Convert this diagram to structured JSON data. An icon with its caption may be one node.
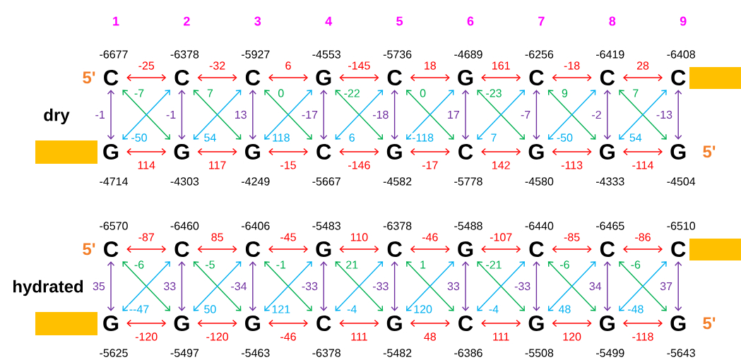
{
  "diagram": {
    "nodes": [
      {
        "text": [
          "C"
        ],
        "beside": [
          "-6677"
        ]
      },
      {
        "text": [
          "C"
        ],
        "beside": [
          "-6378"
        ]
      },
      {
        "text": [
          "C"
        ],
        "beside": [
          "-5927"
        ]
      },
      {
        "text": [
          "G"
        ],
        "beside": [
          "-4553"
        ]
      },
      {
        "text": [
          "C"
        ],
        "beside": [
          "-5736"
        ]
      },
      {
        "text": [
          "G"
        ],
        "beside": [
          "-4689"
        ]
      },
      {
        "text": [
          "C"
        ],
        "beside": [
          "-6256"
        ]
      },
      {
        "text": [
          "C"
        ],
        "beside": [
          "-6419"
        ]
      },
      {
        "text": [
          "C"
        ],
        "beside": [
          "-6408"
        ]
      },
      {
        "text": [
          "G"
        ],
        "beside": [
          "-4714"
        ]
      },
      {
        "text": [
          "G"
        ],
        "beside": [
          "-4303"
        ]
      },
      {
        "text": [
          "G"
        ],
        "beside": [
          "-4249"
        ]
      },
      {
        "text": [
          "C"
        ],
        "beside": [
          "-5667"
        ]
      },
      {
        "text": [
          "G"
        ],
        "beside": [
          "-4582"
        ]
      },
      {
        "text": [
          "C"
        ],
        "beside": [
          "-5778"
        ]
      },
      {
        "text": [
          "G"
        ],
        "beside": [
          "-4580"
        ]
      },
      {
        "text": [
          "G"
        ],
        "beside": [
          "-4333"
        ]
      },
      {
        "text": [
          "G"
        ],
        "beside": [
          "-4504"
        ]
      },
      {
        "text": [
          "C"
        ],
        "beside": [
          "-6570"
        ]
      },
      {
        "text": [
          "C"
        ],
        "beside": [
          "-6460"
        ]
      },
      {
        "text": [
          "C"
        ],
        "beside": [
          "-6406"
        ]
      },
      {
        "text": [
          "G"
        ],
        "beside": [
          "-5483"
        ]
      },
      {
        "text": [
          "C"
        ],
        "beside": [
          "-6378"
        ]
      },
      {
        "text": [
          "G"
        ],
        "beside": [
          "-5488"
        ]
      },
      {
        "text": [
          "C"
        ],
        "beside": [
          "-6440"
        ]
      },
      {
        "text": [
          "C"
        ],
        "beside": [
          "-6465"
        ]
      },
      {
        "text": [
          "C"
        ],
        "beside": [
          "-6510"
        ]
      },
      {
        "text": [
          "G"
        ],
        "beside": [
          "-5625"
        ]
      },
      {
        "text": [
          "G"
        ],
        "beside": [
          "-5497"
        ]
      },
      {
        "text": [
          "G"
        ],
        "beside": [
          "-5463"
        ]
      },
      {
        "text": [
          "C"
        ],
        "beside": [
          "-6378"
        ]
      },
      {
        "text": [
          "G"
        ],
        "beside": [
          "-5482"
        ]
      },
      {
        "text": [
          "C"
        ],
        "beside": [
          "-6386"
        ]
      },
      {
        "text": [
          "G"
        ],
        "beside": [
          "-5508"
        ]
      },
      {
        "text": [
          "G"
        ],
        "beside": [
          "-5499"
        ]
      },
      {
        "text": [
          "G"
        ],
        "beside": [
          "-5643"
        ]
      },
      {
        "text": [],
        "shape": "bar"
      },
      {
        "text": [],
        "shape": "bar"
      },
      {
        "text": [],
        "shape": "bar"
      },
      {
        "text": [],
        "shape": "bar"
      }
    ],
    "edges": [
      {
        "from": 0,
        "to": 1,
        "arrow": "both",
        "label": "-25"
      },
      {
        "from": 1,
        "to": 2,
        "arrow": "both",
        "label": "-32"
      },
      {
        "from": 2,
        "to": 3,
        "arrow": "both",
        "label": "6"
      },
      {
        "from": 3,
        "to": 4,
        "arrow": "both",
        "label": "-145"
      },
      {
        "from": 4,
        "to": 5,
        "arrow": "both",
        "label": "18"
      },
      {
        "from": 5,
        "to": 6,
        "arrow": "both",
        "label": "161"
      },
      {
        "from": 6,
        "to": 7,
        "arrow": "both",
        "label": "-18"
      },
      {
        "from": 7,
        "to": 8,
        "arrow": "both",
        "label": "28"
      },
      {
        "from": 9,
        "to": 10,
        "arrow": "both",
        "label": "114"
      },
      {
        "from": 10,
        "to": 11,
        "arrow": "both",
        "label": "117"
      },
      {
        "from": 11,
        "to": 12,
        "arrow": "both",
        "label": "-15"
      },
      {
        "from": 12,
        "to": 13,
        "arrow": "both",
        "label": "-146"
      },
      {
        "from": 13,
        "to": 14,
        "arrow": "both",
        "label": "-17"
      },
      {
        "from": 14,
        "to": 15,
        "arrow": "both",
        "label": "142"
      },
      {
        "from": 15,
        "to": 16,
        "arrow": "both",
        "label": "-113"
      },
      {
        "from": 16,
        "to": 17,
        "arrow": "both",
        "label": "-114"
      },
      {
        "from": 0,
        "to": 9,
        "arrow": "both",
        "label": "-1",
        "color": "#7030a0"
      },
      {
        "from": 1,
        "to": 10,
        "arrow": "both",
        "label": "-1",
        "color": "#7030a0"
      },
      {
        "from": 2,
        "to": 11,
        "arrow": "both",
        "label": "13",
        "color": "#7030a0"
      },
      {
        "from": 3,
        "to": 12,
        "arrow": "both",
        "label": "-17",
        "color": "#7030a0"
      },
      {
        "from": 4,
        "to": 13,
        "arrow": "both",
        "label": "-18",
        "color": "#7030a0"
      },
      {
        "from": 5,
        "to": 14,
        "arrow": "both",
        "label": "17",
        "color": "#7030a0"
      },
      {
        "from": 6,
        "to": 15,
        "arrow": "both",
        "label": "-7",
        "color": "#7030a0"
      },
      {
        "from": 7,
        "to": 16,
        "arrow": "both",
        "label": "-2",
        "color": "#7030a0"
      },
      {
        "from": 8,
        "to": 17,
        "arrow": "both",
        "label": "-13",
        "color": "#7030a0"
      },
      {
        "from": 0,
        "to": 10,
        "arrow": "both",
        "label": "-7",
        "color": "#00b050"
      },
      {
        "from": 1,
        "to": 11,
        "arrow": "both",
        "label": "7",
        "color": "#00b050"
      },
      {
        "from": 2,
        "to": 12,
        "arrow": "both",
        "label": "0",
        "color": "#00b050"
      },
      {
        "from": 3,
        "to": 13,
        "arrow": "both",
        "label": "-22",
        "color": "#00b050"
      },
      {
        "from": 4,
        "to": 14,
        "arrow": "both",
        "label": "0",
        "color": "#00b050"
      },
      {
        "from": 5,
        "to": 15,
        "arrow": "both",
        "label": "-23",
        "color": "#00b050"
      },
      {
        "from": 6,
        "to": 16,
        "arrow": "both",
        "label": "9",
        "color": "#00b050"
      },
      {
        "from": 7,
        "to": 17,
        "arrow": "both",
        "label": "7",
        "color": "#00b050"
      },
      {
        "from": 9,
        "to": 1,
        "arrow": "both",
        "label": "-50",
        "color": "#00b0f0"
      },
      {
        "from": 10,
        "to": 2,
        "arrow": "both",
        "label": "54",
        "color": "#00b0f0"
      },
      {
        "from": 11,
        "to": 3,
        "arrow": "both",
        "label": "118",
        "color": "#00b0f0"
      },
      {
        "from": 12,
        "to": 4,
        "arrow": "both",
        "label": "6",
        "color": "#00b0f0"
      },
      {
        "from": 13,
        "to": 5,
        "arrow": "both",
        "label": "-118",
        "color": "#00b0f0"
      },
      {
        "from": 14,
        "to": 6,
        "arrow": "both",
        "label": "7",
        "color": "#00b0f0"
      },
      {
        "from": 15,
        "to": 7,
        "arrow": "both",
        "label": "-50",
        "color": "#00b0f0"
      },
      {
        "from": 16,
        "to": 8,
        "arrow": "both",
        "label": "54",
        "color": "#00b0f0"
      },
      {
        "from": 18,
        "to": 19,
        "arrow": "both",
        "label": "-87"
      },
      {
        "from": 19,
        "to": 20,
        "arrow": "both",
        "label": "85"
      },
      {
        "from": 20,
        "to": 21,
        "arrow": "both",
        "label": "-45"
      },
      {
        "from": 21,
        "to": 22,
        "arrow": "both",
        "label": "110"
      },
      {
        "from": 22,
        "to": 23,
        "arrow": "both",
        "label": "-46"
      },
      {
        "from": 23,
        "to": 24,
        "arrow": "both",
        "label": "-107"
      },
      {
        "from": 24,
        "to": 25,
        "arrow": "both",
        "label": "-85"
      },
      {
        "from": 25,
        "to": 26,
        "arrow": "both",
        "label": "-86"
      },
      {
        "from": 27,
        "to": 28,
        "arrow": "both",
        "label": "-120"
      },
      {
        "from": 28,
        "to": 29,
        "arrow": "both",
        "label": "-120"
      },
      {
        "from": 29,
        "to": 30,
        "arrow": "both",
        "label": "-46"
      },
      {
        "from": 30,
        "to": 31,
        "arrow": "both",
        "label": "111"
      },
      {
        "from": 31,
        "to": 32,
        "arrow": "both",
        "label": "48"
      },
      {
        "from": 32,
        "to": 33,
        "arrow": "both",
        "label": "111"
      },
      {
        "from": 33,
        "to": 34,
        "arrow": "both",
        "label": "120"
      },
      {
        "from": 34,
        "to": 35,
        "arrow": "both",
        "label": "-118"
      },
      {
        "from": 18,
        "to": 27,
        "arrow": "both",
        "label": "35",
        "color": "#7030a0"
      },
      {
        "from": 19,
        "to": 28,
        "arrow": "both",
        "label": "33",
        "color": "#7030a0"
      },
      {
        "from": 20,
        "to": 29,
        "arrow": "both",
        "label": "-34",
        "color": "#7030a0"
      },
      {
        "from": 21,
        "to": 30,
        "arrow": "both",
        "label": "-33",
        "color": "#7030a0"
      },
      {
        "from": 22,
        "to": 31,
        "arrow": "both",
        "label": "-33",
        "color": "#7030a0"
      },
      {
        "from": 23,
        "to": 32,
        "arrow": "both",
        "label": "33",
        "color": "#7030a0"
      },
      {
        "from": 24,
        "to": 33,
        "arrow": "both",
        "label": "-33",
        "color": "#7030a0"
      },
      {
        "from": 25,
        "to": 34,
        "arrow": "both",
        "label": "34",
        "color": "#7030a0"
      },
      {
        "from": 26,
        "to": 35,
        "arrow": "both",
        "label": "37",
        "color": "#7030a0"
      },
      {
        "from": 18,
        "to": 28,
        "arrow": "both",
        "label": "-6",
        "color": "#00b050"
      },
      {
        "from": 19,
        "to": 29,
        "arrow": "both",
        "label": "-5",
        "color": "#00b050"
      },
      {
        "from": 20,
        "to": 30,
        "arrow": "both",
        "label": "-1",
        "color": "#00b050"
      },
      {
        "from": 21,
        "to": 31,
        "arrow": "both",
        "label": "21",
        "color": "#00b050"
      },
      {
        "from": 22,
        "to": 32,
        "arrow": "both",
        "label": "1",
        "color": "#00b050"
      },
      {
        "from": 23,
        "to": 33,
        "arrow": "both",
        "label": "-21",
        "color": "#00b050"
      },
      {
        "from": 24,
        "to": 34,
        "arrow": "both",
        "label": "-6",
        "color": "#00b050"
      },
      {
        "from": 25,
        "to": 35,
        "arrow": "both",
        "label": "-6",
        "color": "#00b050"
      },
      {
        "from": 27,
        "to": 19,
        "arrow": "both",
        "label": "--47",
        "color": "#00b0f0"
      },
      {
        "from": 28,
        "to": 20,
        "arrow": "both",
        "label": "50",
        "color": "#00b0f0"
      },
      {
        "from": 29,
        "to": 21,
        "arrow": "both",
        "label": "121",
        "color": "#00b0f0"
      },
      {
        "from": 30,
        "to": 22,
        "arrow": "both",
        "label": "-4",
        "color": "#00b0f0"
      },
      {
        "from": 31,
        "to": 23,
        "arrow": "both",
        "label": "120",
        "color": "#00b0f0"
      },
      {
        "from": 32,
        "to": 24,
        "arrow": "both",
        "label": "-4",
        "color": "#00b0f0"
      },
      {
        "from": 33,
        "to": 25,
        "arrow": "both",
        "label": "48",
        "color": "#00b0f0"
      },
      {
        "from": 34,
        "to": 26,
        "arrow": "both",
        "label": "-48",
        "color": "#00b0f0"
      }
    ],
    "labels": [
      "1",
      "2",
      "3",
      "4",
      "5",
      "6",
      "7",
      "8",
      "9",
      "5'",
      "dry",
      "5'",
      "5'",
      "hydrated",
      "5'"
    ]
  }
}
